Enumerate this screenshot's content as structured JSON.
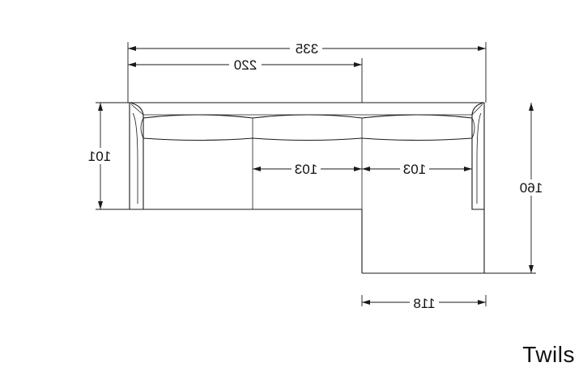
{
  "brand": {
    "name": "Twils",
    "color": "#111111"
  },
  "drawing": {
    "dimensions": {
      "overall_width": "335",
      "sofa_width": "220",
      "seat_module_1": "103",
      "seat_module_2": "103",
      "sofa_depth": "101",
      "chaise_depth": "160",
      "chaise_width": "118"
    }
  }
}
